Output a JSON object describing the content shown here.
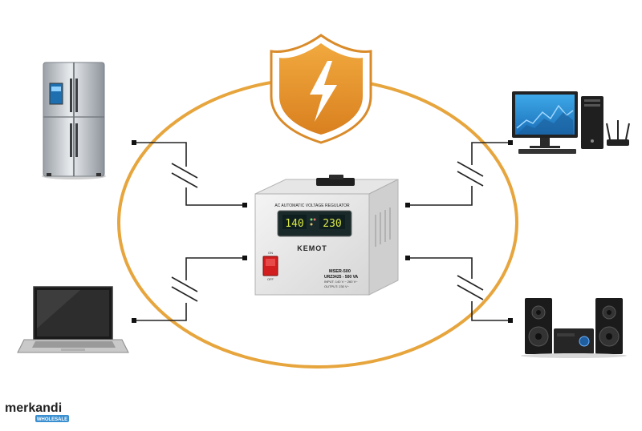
{
  "device": {
    "header_text": "AC AUTOMATIC VOLTAGE REGULATOR",
    "input_voltage": "140",
    "output_voltage": "230",
    "switch_on": "ON",
    "switch_off": "OFF",
    "brand": "KEMOT",
    "model": "MSER-500",
    "code": "URZ3425 - 500 VA",
    "input_spec": "INPUT: 140 V ~ 260 V~",
    "output_spec": "OUTPUT: 230 V~"
  },
  "logo": {
    "name": "merkandi",
    "badge": "WHOLESALE"
  },
  "colors": {
    "ring": "#e7a53d",
    "shield": "#e8962b",
    "shield_dark": "#c9771c",
    "display_bg": "#0f1f1f",
    "display_digits": "#d9e845",
    "switch_red": "#d21e1e",
    "badge_blue": "#3a8fd0"
  },
  "icons": [
    "shield-lightning-icon",
    "refrigerator-icon",
    "desktop-computer-icon",
    "laptop-icon",
    "stereo-speakers-icon",
    "switch-symbol-icon"
  ]
}
